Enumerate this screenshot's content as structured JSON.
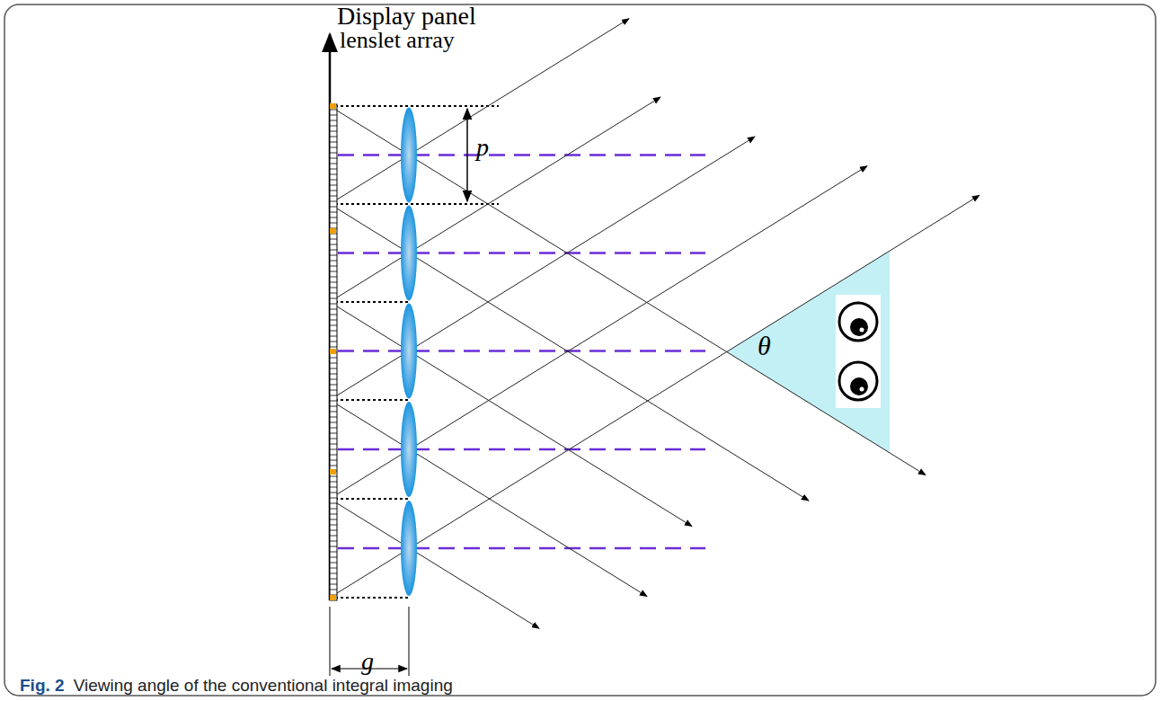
{
  "diagram": {
    "caption": "Viewing angle of the conventional integral imaging",
    "labels": [
      "Display panel",
      "lenslet array",
      "p",
      "θ",
      "g",
      "Fig. 2"
    ]
  }
}
